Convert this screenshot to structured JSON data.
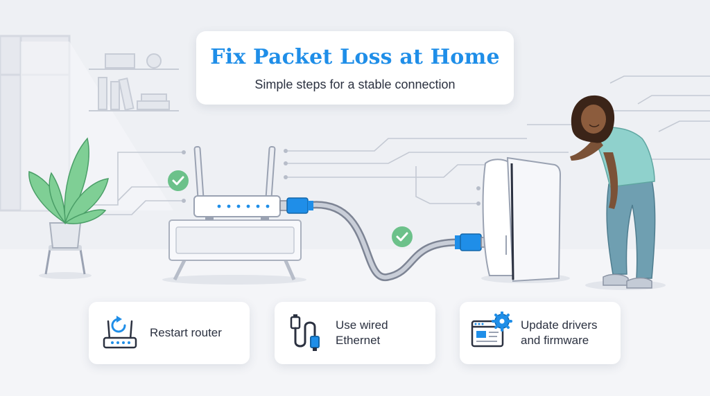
{
  "header": {
    "title": "Fix Packet Loss at Home",
    "subtitle": "Simple steps for a stable connection"
  },
  "steps": [
    {
      "label": "Restart router",
      "icon": "router-restart-icon"
    },
    {
      "label": "Use wired\nEthernet",
      "icon": "ethernet-cable-icon"
    },
    {
      "label": "Update drivers\nand firmware",
      "icon": "settings-window-icon"
    }
  ],
  "colors": {
    "accent_blue": "#1f8ee8",
    "check_green": "#6cc18a",
    "leaf_green": "#7fcf95",
    "text_dark": "#2b3140",
    "background": "#eef0f4",
    "shirt_teal": "#8fd1cc",
    "pants_blue": "#6f9fb1"
  }
}
